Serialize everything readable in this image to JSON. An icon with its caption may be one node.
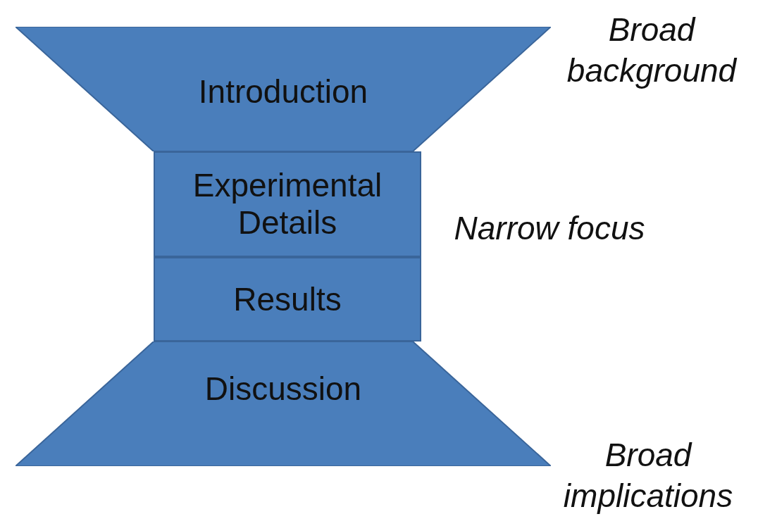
{
  "diagram": {
    "nodes": [
      {
        "text": [
          "Introduction"
        ]
      },
      {
        "text": [
          "Experimental Details"
        ]
      },
      {
        "text": [
          "Results"
        ]
      },
      {
        "text": [
          "Discussion"
        ]
      }
    ],
    "labels": [
      "Broad background",
      "Narrow focus",
      "Broad implications"
    ]
  }
}
